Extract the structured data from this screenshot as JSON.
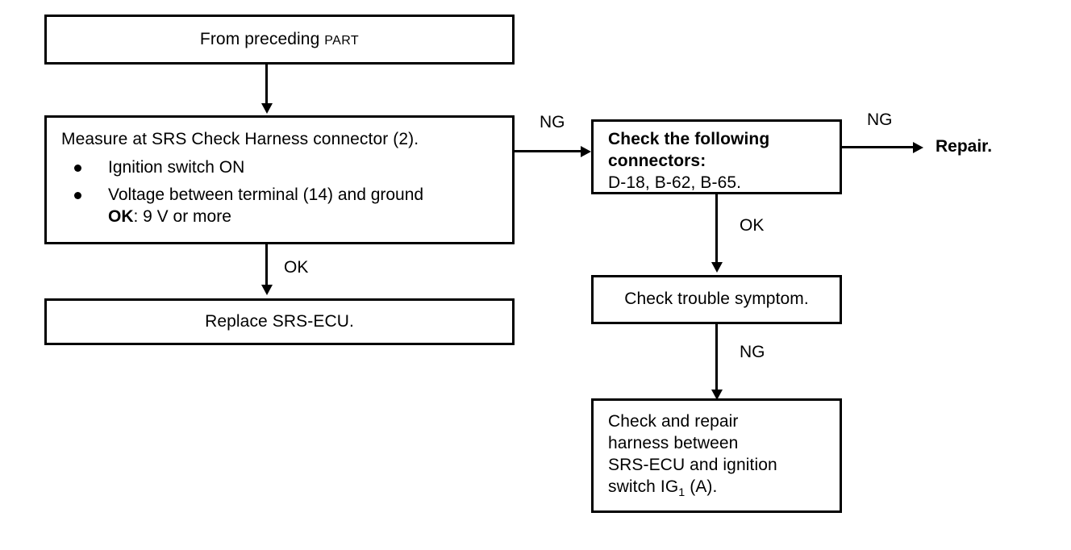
{
  "diagram": {
    "title": "SRS ignition power supply diagnostic flowchart",
    "nodes": {
      "from_preceding": {
        "label_main": "From preceding ",
        "label_smallcaps": "PART"
      },
      "measure": {
        "heading": "Measure at SRS Check Harness connector (2).",
        "bullets": [
          {
            "text": "Ignition  switch  ON"
          },
          {
            "text": "Voltage between terminal (14) and ground",
            "sub_bold": "OK",
            "sub_rest": ": 9 V or more"
          }
        ]
      },
      "replace_ecu": {
        "label": "Replace SRS-ECU."
      },
      "check_connectors": {
        "heading_line1": "Check  the  following",
        "heading_line2": "connectors:",
        "list": "D-18,  B-62,  B-65."
      },
      "repair": {
        "label": "Repair."
      },
      "check_symptom": {
        "label": "Check trouble symptom."
      },
      "check_harness": {
        "line1": "Check and repair",
        "line2": "harness between",
        "line3": "SRS-ECU and ignition",
        "line4_pre": "switch IG",
        "line4_sub": "1",
        "line4_post": " (A)."
      }
    },
    "edges": {
      "preceding_to_measure": "",
      "measure_to_connectors": "NG",
      "measure_to_replace": "OK",
      "connectors_to_repair": "NG",
      "connectors_to_symptom": "OK",
      "symptom_to_harness": "NG"
    },
    "colors": {
      "line": "#000000",
      "background": "#ffffff",
      "text": "#000000"
    }
  }
}
